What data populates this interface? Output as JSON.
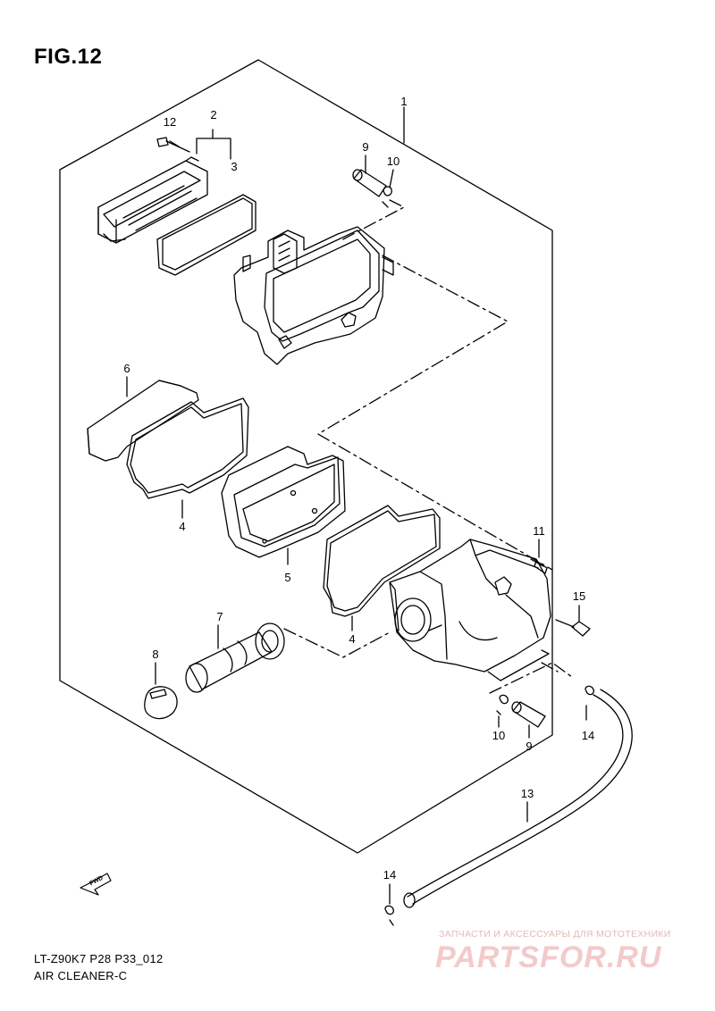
{
  "figure": {
    "title": "FIG.12",
    "code": "LT-Z90K7 P28 P33_012",
    "name": "AIR CLEANER-C"
  },
  "callouts": {
    "c1": "1",
    "c2": "2",
    "c3": "3",
    "c12": "12",
    "c9_top": "9",
    "c10_top": "10",
    "c6": "6",
    "c4_top": "4",
    "c5": "5",
    "c4_bottom": "4",
    "c11": "11",
    "c15": "15",
    "c7": "7",
    "c8": "8",
    "c10_bottom": "10",
    "c9_bottom": "9",
    "c14_right": "14",
    "c13": "13",
    "c14_bottom": "14"
  },
  "fwd_arrow_label": "FWD",
  "watermark": {
    "caption": "ЗАПЧАСТИ И АКСЕССУАРЫ ДЛЯ МОТОТЕХНИКИ",
    "logo": "PARTSFOR.RU"
  },
  "colors": {
    "line": "#000000",
    "watermark": "#f3caca"
  }
}
